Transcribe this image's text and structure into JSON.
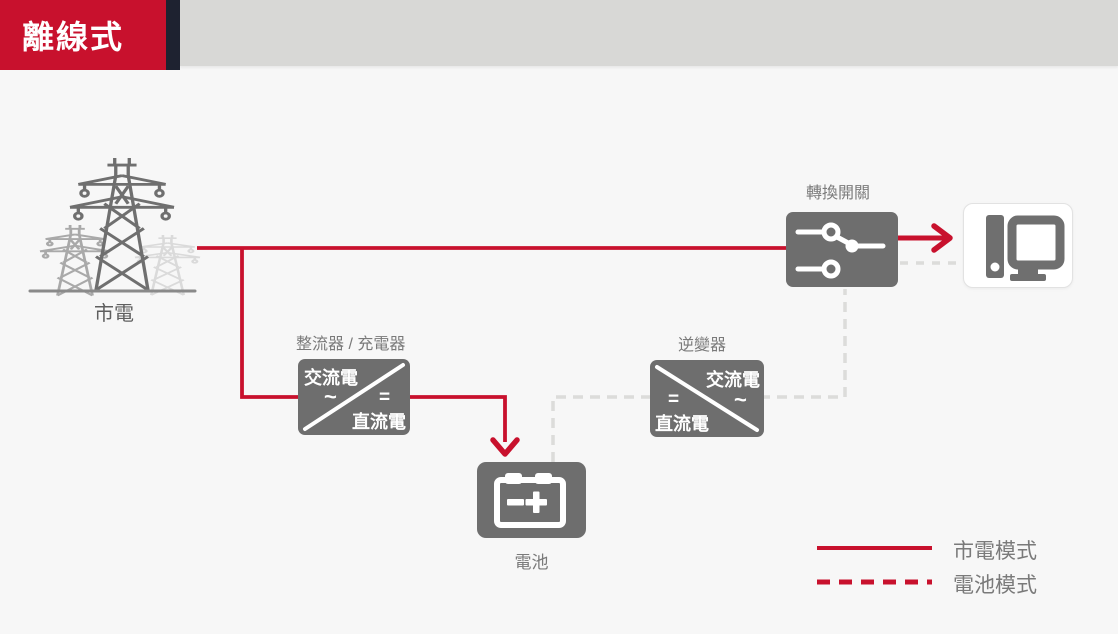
{
  "header": {
    "badge": "離線式"
  },
  "diagram": {
    "utility": {
      "label": "市電"
    },
    "rectifier": {
      "title": "整流器 / 充電器",
      "ac_text": "交流電",
      "ac_symbol": "~",
      "dc_symbol": "=",
      "dc_text": "直流電"
    },
    "inverter": {
      "title": "逆變器",
      "ac_text": "交流電",
      "ac_symbol": "~",
      "dc_symbol": "=",
      "dc_text": "直流電"
    },
    "transfer_switch": {
      "title": "轉換開關"
    },
    "battery": {
      "label": "電池"
    }
  },
  "legend": {
    "solid_label": "市電模式",
    "dashed_label": "電池模式"
  },
  "colors": {
    "accent_red": "#C8112D",
    "node_gray": "#6E6E6E",
    "dashed_gray": "#DCDCDA",
    "banner_stripe": "#1E2230",
    "top_bar": "#D8D8D6",
    "background": "#F7F7F7"
  }
}
